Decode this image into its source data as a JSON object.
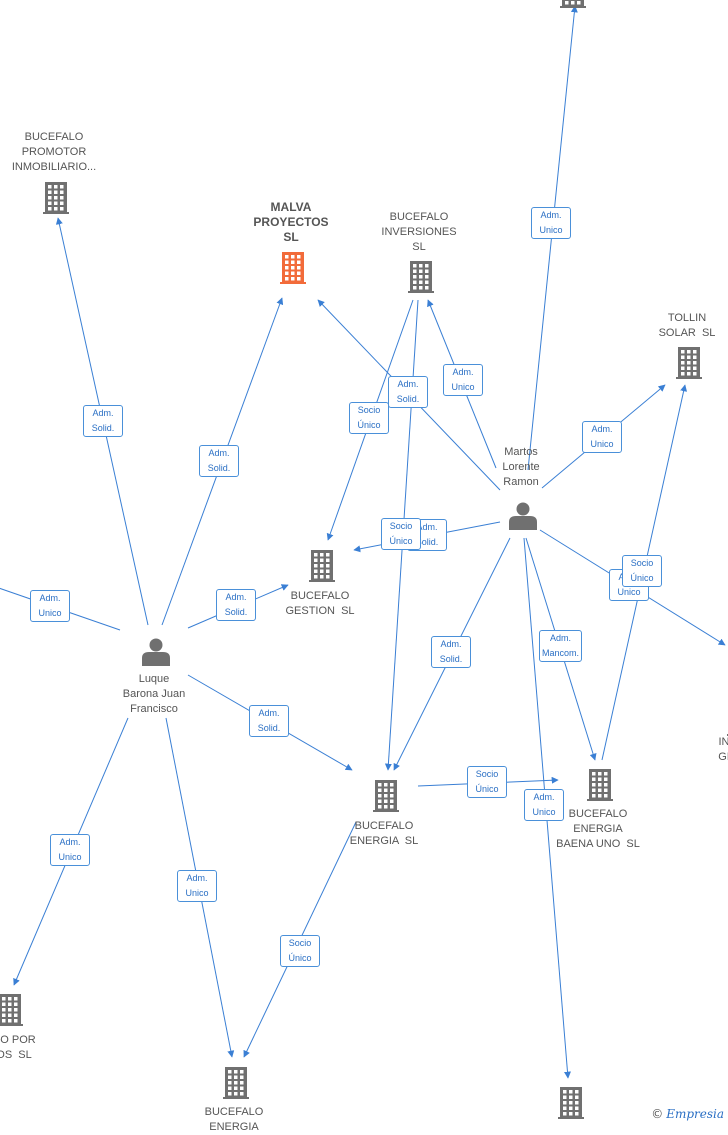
{
  "colors": {
    "edge": "#3a7fd4",
    "company": "#707070",
    "company_main": "#f26b3a",
    "person": "#707070"
  },
  "companies": [
    {
      "id": "c_promotor",
      "label": "BUCEFALO\nPROMOTOR\nINMOBILIARIO..."
    },
    {
      "id": "c_malva",
      "label": "MALVA\nPROYECTOS\nSL",
      "main": true
    },
    {
      "id": "c_inversiones",
      "label": "BUCEFALO\nINVERSIONES\nSL"
    },
    {
      "id": "c_tollin",
      "label": "TOLLIN\nSOLAR  SL"
    },
    {
      "id": "c_gestion",
      "label": "BUCEFALO\nGESTION  SL"
    },
    {
      "id": "c_energia",
      "label": "BUCEFALO\nENERGIA  SL"
    },
    {
      "id": "c_baena",
      "label": "BUCEFALO\nENERGIA\nBAENA UNO  SL"
    },
    {
      "id": "c_energia2",
      "label": "BUCEFALO\nENERGIA"
    },
    {
      "id": "c_ropor",
      "label": "RO POR\nOS  SL"
    },
    {
      "id": "c_ing",
      "label": "IN\nGI"
    },
    {
      "id": "c_top",
      "label": ""
    },
    {
      "id": "c_bottom",
      "label": ""
    }
  ],
  "persons": [
    {
      "id": "p_martos",
      "label": "Martos\nLorente\nRamon"
    },
    {
      "id": "p_luque",
      "label": "Luque\nBarona Juan\nFrancisco"
    }
  ],
  "edges": [
    {
      "from": "p_luque",
      "to": "c_promotor",
      "label": "Adm.\nSolid."
    },
    {
      "from": "p_luque",
      "to": "c_malva",
      "label": "Adm.\nSolid."
    },
    {
      "from": "p_luque",
      "to": "c_gestion",
      "label": "Adm.\nSolid."
    },
    {
      "from": "p_luque",
      "to": "c_energia",
      "label": "Adm.\nSolid."
    },
    {
      "from": "p_luque",
      "to": "c_ropor",
      "label": "Adm.\nUnico"
    },
    {
      "from": "p_luque",
      "to": "c_energia2",
      "label": "Adm.\nUnico"
    },
    {
      "from": "p_luque",
      "to": "off_left",
      "label": "Adm.\nUnico"
    },
    {
      "from": "p_martos",
      "to": "c_top",
      "label": "Adm.\nUnico"
    },
    {
      "from": "p_martos",
      "to": "c_malva",
      "label": "Adm.\nSolid."
    },
    {
      "from": "p_martos",
      "to": "c_inversiones",
      "label": "Adm.\nUnico"
    },
    {
      "from": "p_martos",
      "to": "c_tollin",
      "label": "Adm.\nUnico"
    },
    {
      "from": "p_martos",
      "to": "c_gestion",
      "label": "Adm.\nSolid."
    },
    {
      "from": "p_martos",
      "to": "c_energia",
      "label": "Adm.\nSolid."
    },
    {
      "from": "p_martos",
      "to": "c_baena",
      "label": "Adm.\nMancom."
    },
    {
      "from": "p_martos",
      "to": "c_bottom",
      "label": "Adm.\nUnico"
    },
    {
      "from": "p_martos",
      "to": "c_ing",
      "label": "Adm.\nUnico"
    },
    {
      "from": "c_inversiones",
      "to": "c_gestion",
      "label": "Socio\nÚnico"
    },
    {
      "from": "c_inversiones",
      "to": "c_energia",
      "label": "Socio\nÚnico"
    },
    {
      "from": "c_energia",
      "to": "c_baena",
      "label": "Socio\nÚnico"
    },
    {
      "from": "c_energia",
      "to": "c_energia2",
      "label": "Socio\nÚnico"
    },
    {
      "from": "c_baena",
      "to": "c_tollin",
      "label": "Socio\nÚnico"
    }
  ],
  "watermark": {
    "symbol": "©",
    "brand": "Empresia"
  }
}
